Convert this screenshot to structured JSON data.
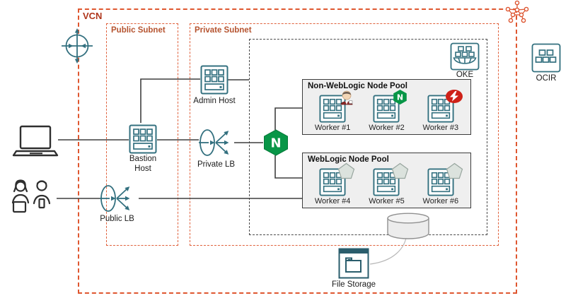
{
  "labels": {
    "vcn": "VCN",
    "public_subnet": "Public Subnet",
    "private_subnet": "Private Subnet",
    "oke": "OKE",
    "ocir": "OCIR",
    "admin_host": "Admin Host",
    "bastion_host": "Bastion Host",
    "private_lb": "Private LB",
    "public_lb": "Public LB",
    "file_storage": "File Storage",
    "nginx_letter": "N",
    "nginx_badge_letter": "N"
  },
  "pools": [
    {
      "title": "Non-WebLogic Node Pool",
      "workers": [
        {
          "label": "Worker #1",
          "badge": "jenkins-icon"
        },
        {
          "label": "Worker #2",
          "badge": "nginx-icon"
        },
        {
          "label": "Worker #3",
          "badge": "lightning-icon"
        }
      ]
    },
    {
      "title": "WebLogic Node Pool",
      "workers": [
        {
          "label": "Worker #4",
          "badge": "weblogic-pentagon-icon"
        },
        {
          "label": "Worker #5",
          "badge": "weblogic-pentagon-icon"
        },
        {
          "label": "Worker #6",
          "badge": "weblogic-pentagon-icon"
        }
      ]
    }
  ],
  "icons": {
    "drg-icon": "circle with crossing arrows (dynamic routing gateway)",
    "internet-icon": "orange molecule cluster of circles",
    "laptop-icon": "laptop outline",
    "users-icon": "two people with devices",
    "compute-icon": "square with grid of small squares (host/worker)",
    "load-balancer-icon": "ellipse with fan-out arrows",
    "nginx-icon": "green hexagon with white N",
    "jenkins-icon": "butler figure",
    "lightning-icon": "red oval with white lightning bolt",
    "weblogic-pentagon-icon": "light gray pentagon",
    "oke-icon": "containers on ship hull",
    "ocir-icon": "container registry squares",
    "file-storage-icon": "window with folder",
    "database-cylinder-icon": "gray storage cylinder"
  },
  "colors": {
    "vcn_border": "#DF5730",
    "vcn_label": "#AF361C",
    "subnet_label": "#B5532F",
    "cluster_border": "#4A4A4A",
    "icon_teal": "#33707F",
    "file_storage_teal": "#2A5D6C",
    "nginx_green": "#089647",
    "jenkins_red": "#8E2727",
    "lightning_red": "#CE2118",
    "pentagon_fill": "#DBE2DD",
    "pool_background": "#EFEFEF",
    "line": "#3F3F3F"
  }
}
